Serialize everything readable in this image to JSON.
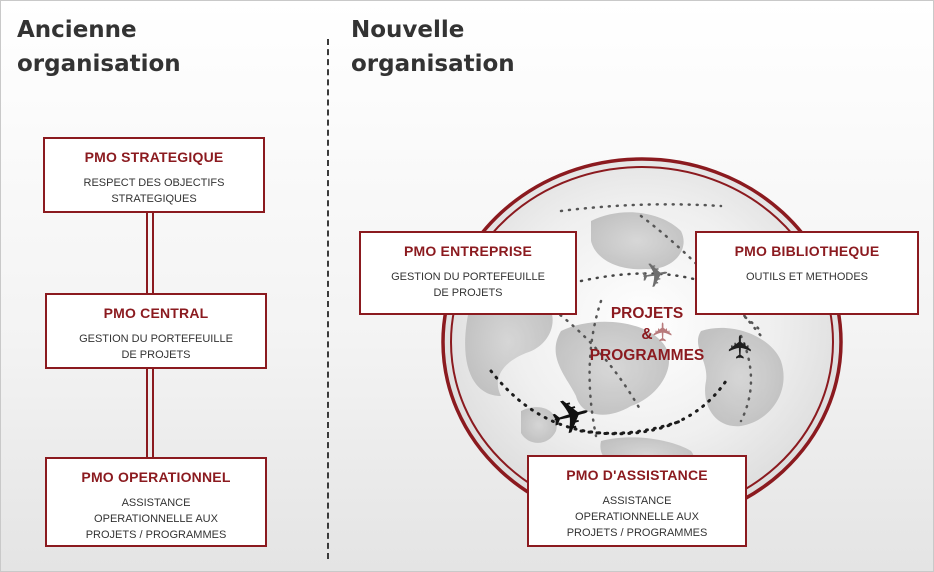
{
  "left_column": {
    "title_line1": "Ancienne",
    "title_line2": "organisation",
    "boxes": [
      {
        "title": "PMO STRATEGIQUE",
        "desc_line1": "RESPECT DES OBJECTIFS",
        "desc_line2": "STRATEGIQUES"
      },
      {
        "title": "PMO CENTRAL",
        "desc_line1": "GESTION DU PORTEFEUILLE",
        "desc_line2": "DE PROJETS"
      },
      {
        "title": "PMO OPERATIONNEL",
        "desc_line1": "ASSISTANCE",
        "desc_line2": "OPERATIONNELLE AUX",
        "desc_line3": "PROJETS / PROGRAMMES"
      }
    ]
  },
  "right_column": {
    "title_line1": "Nouvelle",
    "title_line2": "organisation",
    "center_line1": "PROJETS",
    "center_line2": "&",
    "center_line3": "PROGRAMMES",
    "boxes": [
      {
        "title": "PMO ENTREPRISE",
        "desc_line1": "GESTION DU PORTEFEUILLE",
        "desc_line2": "DE PROJETS"
      },
      {
        "title": "PMO BIBLIOTHEQUE",
        "desc_line1": "OUTILS ET METHODES"
      },
      {
        "title": "PMO D'ASSISTANCE",
        "desc_line1": "ASSISTANCE",
        "desc_line2": "OPERATIONNELLE AUX",
        "desc_line3": "PROJETS / PROGRAMMES"
      }
    ]
  },
  "colors": {
    "accent": "#8b1a1f",
    "title_text": "#333333",
    "divider": "#3a3a3a"
  },
  "icons": [
    "airplane-icon",
    "world-map-icon"
  ]
}
